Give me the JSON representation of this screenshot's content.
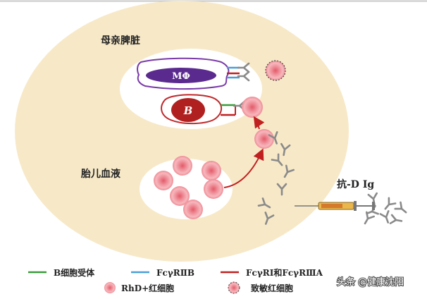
{
  "diagram": {
    "spleen_label": "母亲脾脏",
    "fetal_blood_label": "胎儿血液",
    "macrophage_label": "MΦ",
    "b_cell_label": "B",
    "anti_d_label": "抗-D Ig"
  },
  "legend": {
    "b_receptor": "B细胞受体",
    "fcgr2b": "FcγRⅡB",
    "fcgr1_3a": "FcγRI和FcγRⅢA",
    "rhd_rbc": "RhD+红细胞",
    "sensitized_rbc": "致敏红细胞"
  },
  "colors": {
    "outer": "#f7e9c8",
    "inner": "#ffffff",
    "macrophage_outline": "#7a3aa8",
    "macrophage_nucleus": "#5b2a8e",
    "b_outline": "#c0282a",
    "b_nucleus": "#b02020",
    "green": "#3a9a3a",
    "blue": "#4a9fd8",
    "red": "#c02020",
    "rbc": "#f2a0a6",
    "rbc_center": "#dc5f6b",
    "antibody": "#8a8a8a"
  },
  "watermark": "头条 @健康沈阳"
}
